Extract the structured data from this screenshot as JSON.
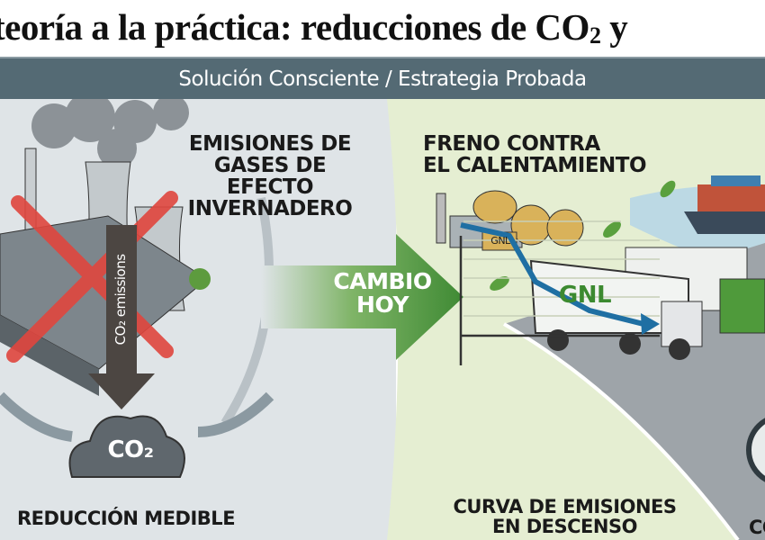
{
  "title": {
    "text": "teoría a la práctica: reducciones de CO",
    "subscript": "2",
    "tail": " y"
  },
  "banner": "Solución Consciente / Estrategia Probada",
  "left": {
    "heading": [
      "EMISIONES DE",
      "GASES DE EFECTO",
      "INVERNADERO"
    ],
    "arrow_label": "CO₂ emissions",
    "cloud_label": "CO₂",
    "caption": "REDUCCIÓN MEDIBLE"
  },
  "center": {
    "arrow_label": [
      "CAMBIO",
      "HOY"
    ]
  },
  "right": {
    "heading": [
      "FRENO CONTRA",
      "EL CALENTAMIENTO"
    ],
    "tank_label": "GNL",
    "truck_label": "GNL",
    "chart_caption": [
      "CURVA DE EMISIONES",
      "EN DESCENSO"
    ],
    "partial_caption": "CO"
  },
  "colors": {
    "banner": "#546a74",
    "left_bg": "#dfe4e7",
    "right_bg": "#e5eed2",
    "arrow_green": "#4e9a3c",
    "cross_red": "#e0463e",
    "curve_blue": "#1f6fa3"
  }
}
